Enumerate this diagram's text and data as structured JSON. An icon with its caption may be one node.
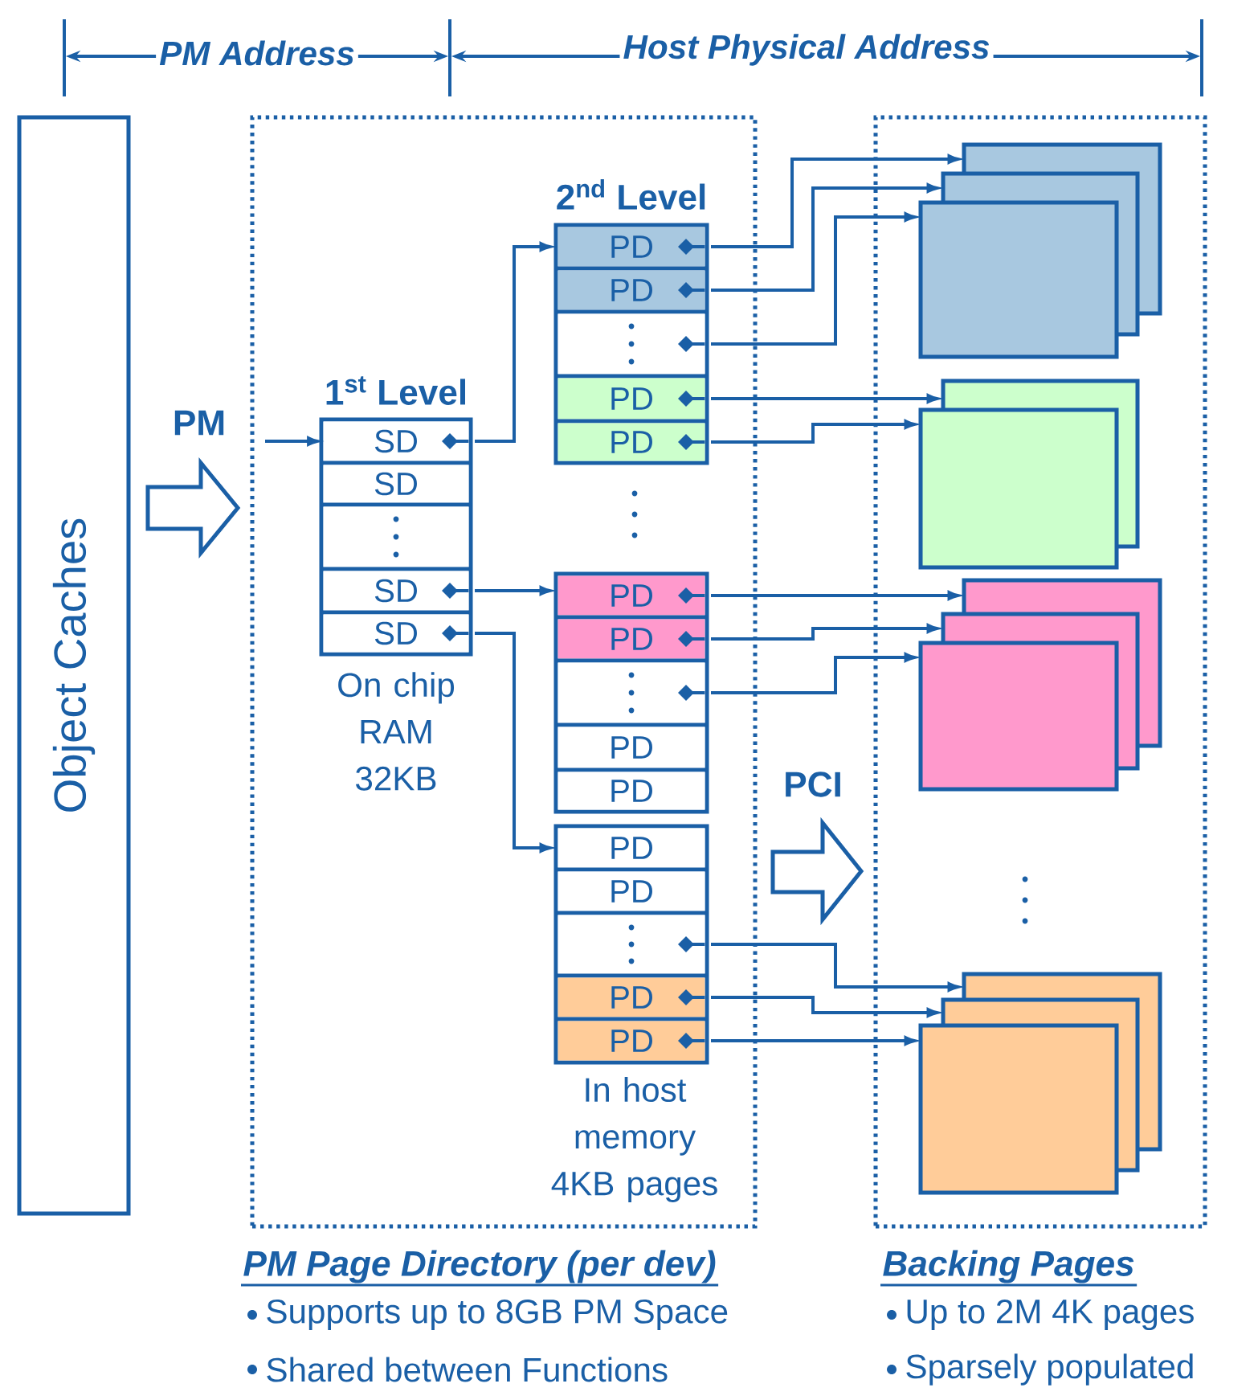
{
  "diagram": {
    "nodes": [
      {
        "text": [
          "Object Caches"
        ]
      },
      {
        "text": [
          "PM Page Directory (per dev)",
          "Supports up to 8GB PM Space",
          "Shared between Functions"
        ]
      },
      {
        "text": [
          "Backing Pages",
          "Up to 2M 4K pages",
          "Sparsely populated"
        ]
      },
      {
        "text": [
          "1$^{st}$ Level"
        ],
        "beside": [
          "On chip RAM 32KB"
        ],
        "in": 1
      },
      {
        "text": [
          "SD"
        ],
        "in": 3
      },
      {
        "text": [
          "SD"
        ],
        "in": 3
      },
      {
        "text": [],
        "shape": "box",
        "in": 3
      },
      {
        "text": [
          "SD"
        ],
        "in": 3
      },
      {
        "text": [
          "SD"
        ],
        "in": 3
      },
      {
        "text": [
          "2$^{nd}$ Level"
        ],
        "in": 1
      },
      {
        "text": [
          "PD"
        ],
        "in": 9
      },
      {
        "text": [
          "PD"
        ],
        "in": 9
      },
      {
        "text": [],
        "shape": "box",
        "in": 9
      },
      {
        "text": [
          "PD"
        ],
        "in": 9
      },
      {
        "text": [
          "PD"
        ],
        "in": 9
      },
      {
        "text": [],
        "shape": "box",
        "in": 1
      },
      {
        "text": [
          "PD"
        ],
        "in": 15
      },
      {
        "text": [
          "PD"
        ],
        "in": 15
      },
      {
        "text": [],
        "shape": "box",
        "in": 15
      },
      {
        "text": [
          "PD"
        ],
        "in": 15
      },
      {
        "text": [
          "PD"
        ],
        "in": 15
      },
      {
        "text": [],
        "shape": "box",
        "beside": [
          "In host memory 4KB pages"
        ],
        "in": 1
      },
      {
        "text": [
          "PD"
        ],
        "in": 21
      },
      {
        "text": [
          "PD"
        ],
        "in": 21
      },
      {
        "text": [],
        "shape": "box",
        "in": 21
      },
      {
        "text": [
          "PD"
        ],
        "in": 21
      },
      {
        "text": [
          "PD"
        ],
        "in": 21
      },
      {
        "text": [],
        "shape": "box",
        "in": 2
      },
      {
        "text": [],
        "shape": "box",
        "in": 2
      },
      {
        "text": [],
        "shape": "box",
        "in": 2
      },
      {
        "text": [],
        "shape": "box",
        "in": 2
      },
      {
        "text": [],
        "shape": "box",
        "in": 2
      },
      {
        "text": [],
        "shape": "box",
        "in": 2
      },
      {
        "text": [],
        "shape": "box",
        "in": 2
      },
      {
        "text": [],
        "shape": "box",
        "in": 2
      },
      {
        "text": [],
        "shape": "box",
        "in": 2
      },
      {
        "text": [],
        "shape": "box",
        "in": 2
      },
      {
        "text": [],
        "shape": "box",
        "in": 2
      }
    ],
    "edges": [
      {
        "from": null,
        "to": 4,
        "arrow": "to"
      },
      {
        "from": 4,
        "to": 9,
        "arrow": "to"
      },
      {
        "from": 7,
        "to": 15,
        "arrow": "to"
      },
      {
        "from": 8,
        "to": 21,
        "arrow": "to"
      },
      {
        "from": 10,
        "to": 27,
        "arrow": "to"
      },
      {
        "from": 11,
        "to": 28,
        "arrow": "to"
      },
      {
        "from": 12,
        "to": 29,
        "arrow": "to"
      },
      {
        "from": 13,
        "to": 30,
        "arrow": "to"
      },
      {
        "from": 14,
        "to": 31,
        "arrow": "to"
      },
      {
        "from": 16,
        "to": 32,
        "arrow": "to"
      },
      {
        "from": 17,
        "to": 33,
        "arrow": "to"
      },
      {
        "from": 18,
        "to": 34,
        "arrow": "to"
      },
      {
        "from": 24,
        "to": 35,
        "arrow": "to"
      },
      {
        "from": 25,
        "to": 36,
        "arrow": "to"
      },
      {
        "from": 26,
        "to": 37,
        "arrow": "to"
      }
    ],
    "labels": [
      "PM Address",
      "Host Physical Address",
      "PM",
      "PCI"
    ]
  }
}
